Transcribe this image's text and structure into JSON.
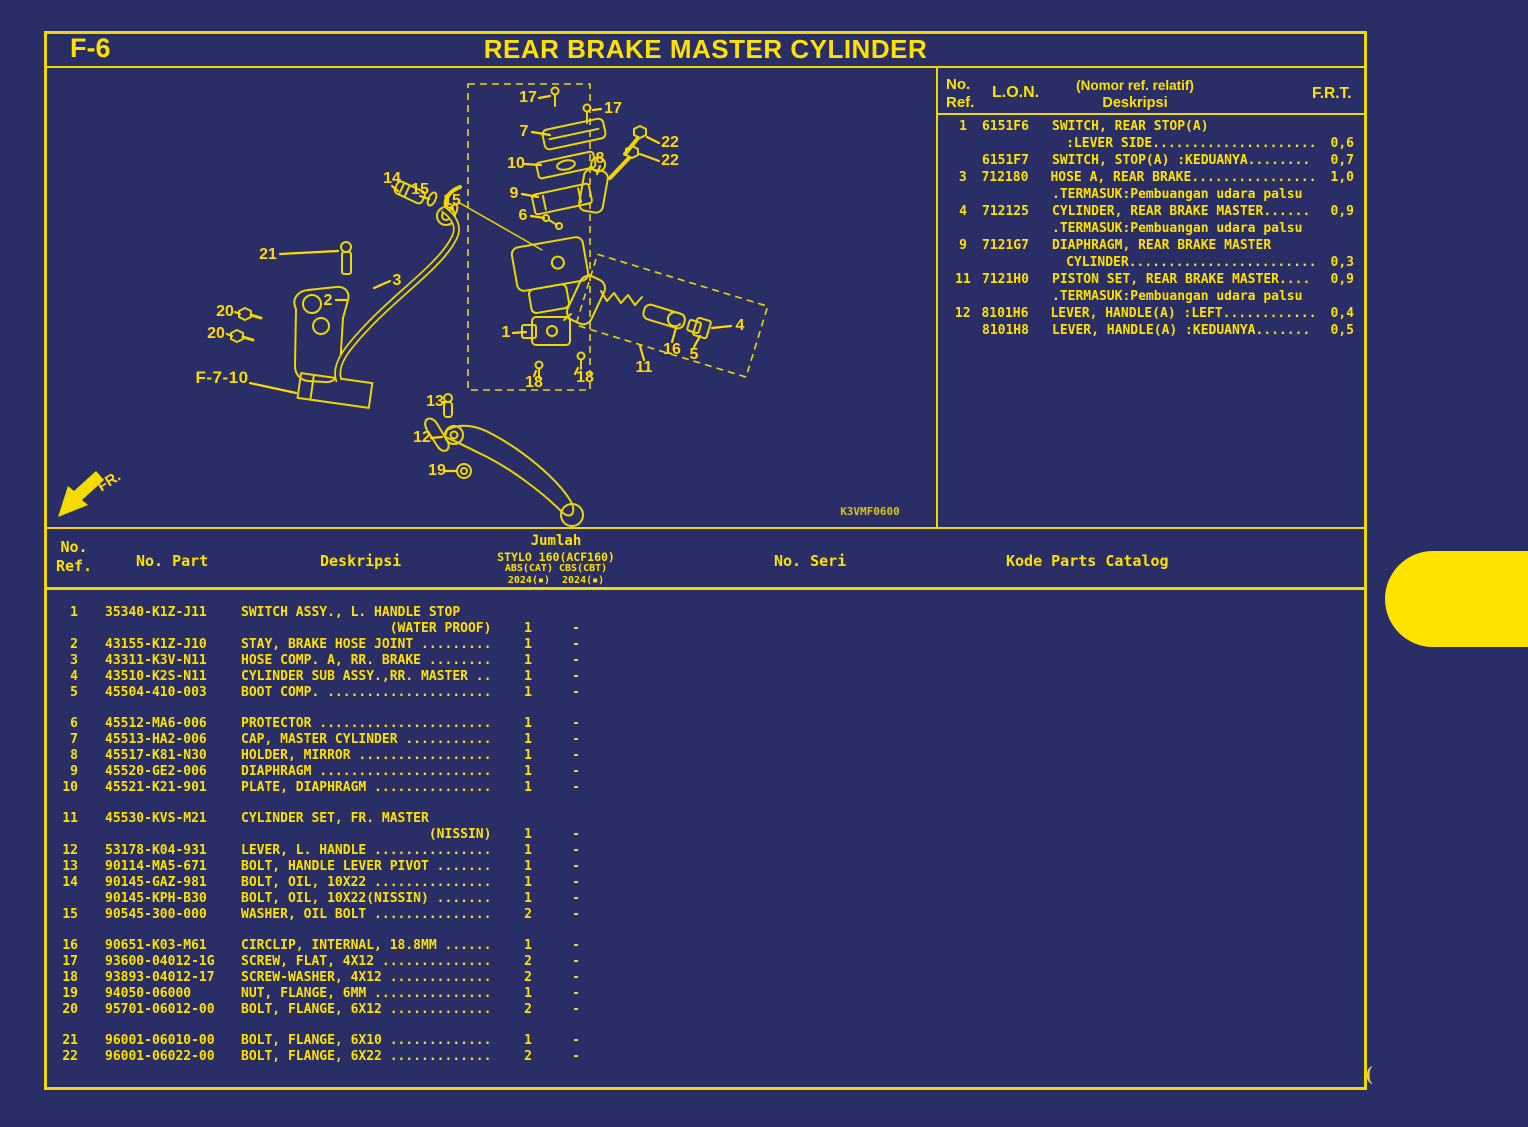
{
  "colors": {
    "background": "#2a2e66",
    "line_yellow": "#f0d800",
    "text_yellow": "#ffe100",
    "tab_yellow": "#ffe400"
  },
  "titlebar": {
    "page_code": "F-6",
    "title": "REAR BRAKE MASTER CYLINDER"
  },
  "diagram": {
    "callouts": [
      "17",
      "17",
      "7",
      "10",
      "8",
      "22",
      "22",
      "9",
      "6",
      "14",
      "15",
      "15",
      "21",
      "3",
      "2",
      "20",
      "20",
      "F-7-10",
      "1",
      "16",
      "5",
      "11",
      "18",
      "18",
      "13",
      "12",
      "19",
      "4"
    ],
    "fr_label": "FR.",
    "code": "K3VMF0600"
  },
  "ref_table": {
    "header": {
      "no": "No.",
      "ref": "Ref.",
      "lon": "L.O.N.",
      "desc_note": "(Nomor ref. relatif)",
      "desc": "Deskripsi",
      "frt": "F.R.T."
    },
    "rows": [
      {
        "ref": "1",
        "lon": "6151F6",
        "desc": "SWITCH, REAR STOP(A)",
        "frt": ""
      },
      {
        "ref": "",
        "lon": "",
        "desc": "  :LEVER SIDE.....................",
        "frt": "0,6"
      },
      {
        "ref": "",
        "lon": "6151F7",
        "desc": "SWITCH, STOP(A) :KEDUANYA........",
        "frt": "0,7"
      },
      {
        "ref": "3",
        "lon": "712180",
        "desc": "HOSE A, REAR BRAKE................",
        "frt": "1,0"
      },
      {
        "ref": "",
        "lon": "",
        "desc": ".TERMASUK:Pembuangan udara palsu",
        "frt": ""
      },
      {
        "ref": "4",
        "lon": "712125",
        "desc": "CYLINDER, REAR BRAKE MASTER......",
        "frt": "0,9"
      },
      {
        "ref": "",
        "lon": "",
        "desc": ".TERMASUK:Pembuangan udara palsu",
        "frt": ""
      },
      {
        "ref": "9",
        "lon": "7121G7",
        "desc": "DIAPHRAGM, REAR BRAKE MASTER",
        "frt": ""
      },
      {
        "ref": "",
        "lon": "",
        "desc": "  CYLINDER........................",
        "frt": "0,3"
      },
      {
        "ref": "11",
        "lon": "7121H0",
        "desc": "PISTON SET, REAR BRAKE MASTER....",
        "frt": "0,9"
      },
      {
        "ref": "",
        "lon": "",
        "desc": ".TERMASUK:Pembuangan udara palsu",
        "frt": ""
      },
      {
        "ref": "12",
        "lon": "8101H6",
        "desc": "LEVER, HANDLE(A) :LEFT............",
        "frt": "0,4"
      },
      {
        "ref": "",
        "lon": "8101H8",
        "desc": "LEVER, HANDLE(A) :KEDUANYA.......",
        "frt": "0,5"
      }
    ]
  },
  "parts_table": {
    "header": {
      "no": "No.",
      "ref": "Ref.",
      "part": "No. Part",
      "desc": "Deskripsi",
      "jumlah": "Jumlah",
      "model": "STYLO 160(ACF160)",
      "variants": "ABS(CAT) CBS(CBT)",
      "years": "2024(▪)  2024(▪)",
      "seri": "No. Seri",
      "kode": "Kode Parts Catalog"
    },
    "rows": [
      {
        "ref": "1",
        "part": "35340-K1Z-J11",
        "desc": "SWITCH ASSY., L. HANDLE STOP",
        "j1": "",
        "j2": ""
      },
      {
        "ref": "",
        "part": "",
        "desc": "                   (WATER PROOF)",
        "j1": "1",
        "j2": "-"
      },
      {
        "ref": "2",
        "part": "43155-K1Z-J10",
        "desc": "STAY, BRAKE HOSE JOINT .........",
        "j1": "1",
        "j2": "-"
      },
      {
        "ref": "3",
        "part": "43311-K3V-N11",
        "desc": "HOSE COMP. A, RR. BRAKE ........",
        "j1": "1",
        "j2": "-"
      },
      {
        "ref": "4",
        "part": "43510-K2S-N11",
        "desc": "CYLINDER SUB ASSY.,RR. MASTER ..",
        "j1": "1",
        "j2": "-"
      },
      {
        "ref": "5",
        "part": "45504-410-003",
        "desc": "BOOT COMP. .....................",
        "j1": "1",
        "j2": "-"
      },
      {
        "ref": "6",
        "part": "45512-MA6-006",
        "desc": "PROTECTOR ......................",
        "j1": "1",
        "j2": "-"
      },
      {
        "ref": "7",
        "part": "45513-HA2-006",
        "desc": "CAP, MASTER CYLINDER ...........",
        "j1": "1",
        "j2": "-"
      },
      {
        "ref": "8",
        "part": "45517-K81-N30",
        "desc": "HOLDER, MIRROR .................",
        "j1": "1",
        "j2": "-"
      },
      {
        "ref": "9",
        "part": "45520-GE2-006",
        "desc": "DIAPHRAGM ......................",
        "j1": "1",
        "j2": "-"
      },
      {
        "ref": "10",
        "part": "45521-K21-901",
        "desc": "PLATE, DIAPHRAGM ...............",
        "j1": "1",
        "j2": "-"
      },
      {
        "ref": "11",
        "part": "45530-KVS-M21",
        "desc": "CYLINDER SET, FR. MASTER",
        "j1": "",
        "j2": ""
      },
      {
        "ref": "",
        "part": "",
        "desc": "                        (NISSIN)",
        "j1": "1",
        "j2": "-"
      },
      {
        "ref": "12",
        "part": "53178-K04-931",
        "desc": "LEVER, L. HANDLE ...............",
        "j1": "1",
        "j2": "-"
      },
      {
        "ref": "13",
        "part": "90114-MA5-671",
        "desc": "BOLT, HANDLE LEVER PIVOT .......",
        "j1": "1",
        "j2": "-"
      },
      {
        "ref": "14",
        "part": "90145-GAZ-981",
        "desc": "BOLT, OIL, 10X22 ...............",
        "j1": "1",
        "j2": "-"
      },
      {
        "ref": "",
        "part": "90145-KPH-B30",
        "desc": "BOLT, OIL, 10X22(NISSIN) .......",
        "j1": "1",
        "j2": "-"
      },
      {
        "ref": "15",
        "part": "90545-300-000",
        "desc": "WASHER, OIL BOLT ...............",
        "j1": "2",
        "j2": "-"
      },
      {
        "ref": "16",
        "part": "90651-K03-M61",
        "desc": "CIRCLIP, INTERNAL, 18.8MM ......",
        "j1": "1",
        "j2": "-"
      },
      {
        "ref": "17",
        "part": "93600-04012-1G",
        "desc": "SCREW, FLAT, 4X12 ..............",
        "j1": "2",
        "j2": "-"
      },
      {
        "ref": "18",
        "part": "93893-04012-17",
        "desc": "SCREW-WASHER, 4X12 .............",
        "j1": "2",
        "j2": "-"
      },
      {
        "ref": "19",
        "part": "94050-06000",
        "desc": "NUT, FLANGE, 6MM ...............",
        "j1": "1",
        "j2": "-"
      },
      {
        "ref": "20",
        "part": "95701-06012-00",
        "desc": "BOLT, FLANGE, 6X12 .............",
        "j1": "2",
        "j2": "-"
      },
      {
        "ref": "21",
        "part": "96001-06010-00",
        "desc": "BOLT, FLANGE, 6X10 .............",
        "j1": "1",
        "j2": "-"
      },
      {
        "ref": "22",
        "part": "96001-06022-00",
        "desc": "BOLT, FLANGE, 6X22 .............",
        "j1": "2",
        "j2": "-"
      }
    ]
  },
  "corner_mark": "("
}
